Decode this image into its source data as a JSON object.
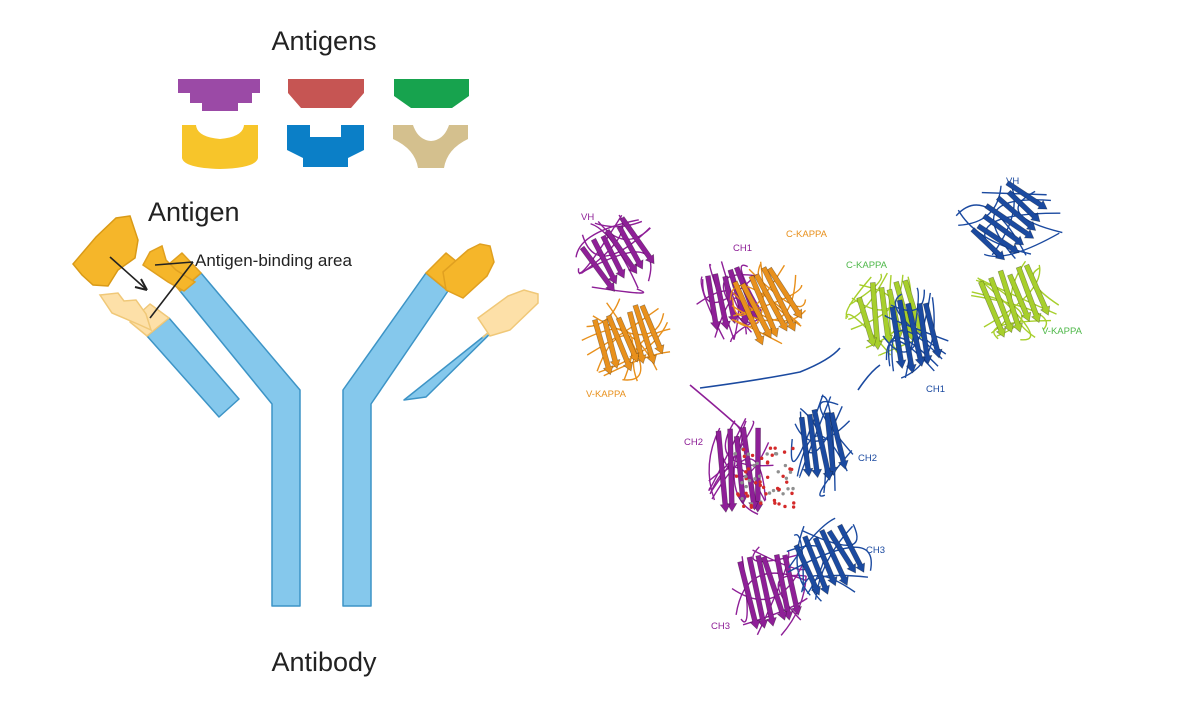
{
  "left_panel": {
    "antigens_title": "Antigens",
    "antigen_label": "Antigen",
    "binding_area_label": "Antigen-binding area",
    "antibody_label": "Antibody",
    "antigen_colors": {
      "purple": "#9b4aa6",
      "red": "#c65553",
      "green": "#17a34e",
      "yellow": "#f7c52a",
      "blue": "#0b7fc7",
      "tan": "#d4c08e"
    },
    "antibody_colors": {
      "chain": "#85c8ec",
      "chain_outline": "#3d94c6",
      "bound_antigen": "#f5b62a",
      "variable_light": "#fde0a8"
    }
  },
  "right_panel": {
    "domain_labels": {
      "vh_left": "VH",
      "ch1_left": "CH1",
      "ckappa_left": "C-KAPPA",
      "vkappa_left": "V-KAPPA",
      "vh_right": "VH",
      "ckappa_right": "C-KAPPA",
      "vkappa_right": "V-KAPPA",
      "ch1_right": "CH1",
      "ch2_left": "CH2",
      "ch2_right": "CH2",
      "ch3_right": "CH3",
      "ch3_left": "CH3"
    },
    "ribbon_colors": {
      "purple": "#8e1f97",
      "orange": "#e8901c",
      "navy": "#1b4aa0",
      "lime": "#a7cf2c",
      "lime_label": "#4fb84a"
    }
  }
}
